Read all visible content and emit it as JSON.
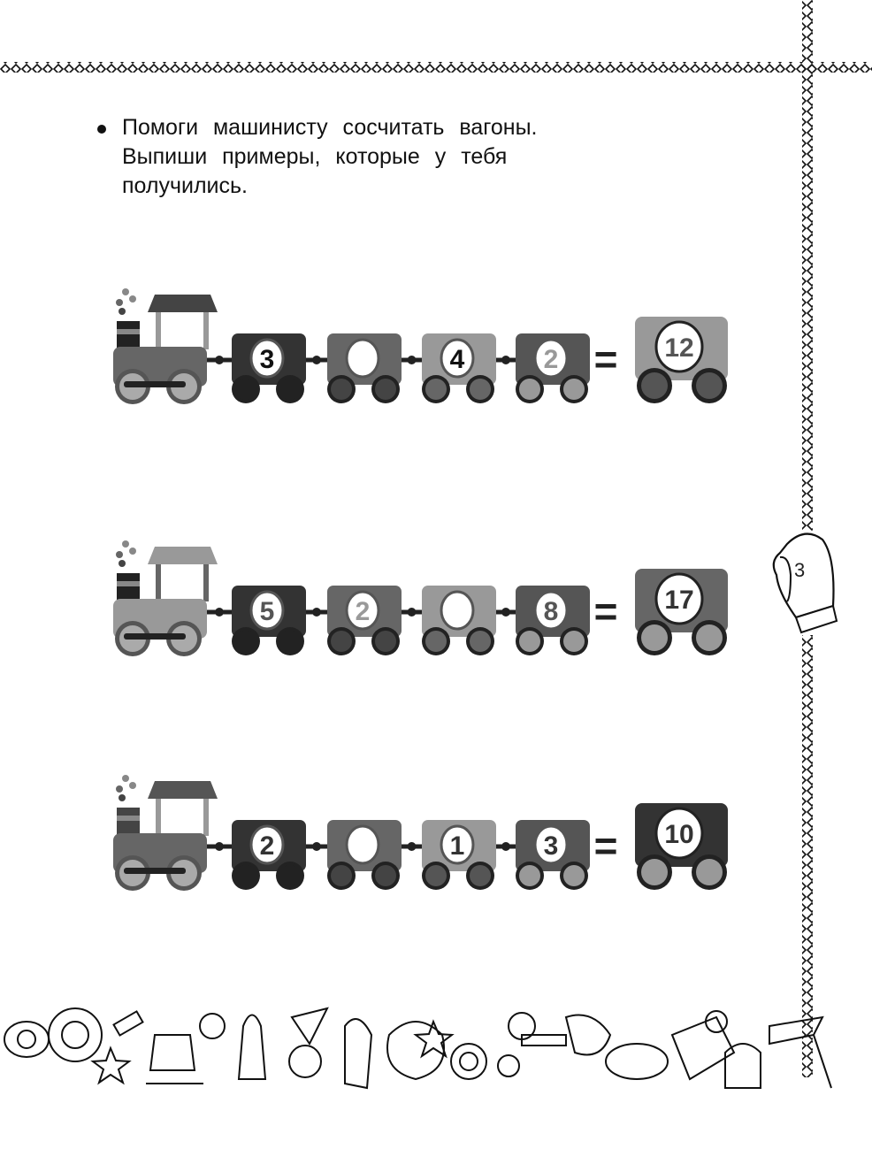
{
  "task": {
    "lines": [
      "Помоги машинисту сосчитать вагоны.",
      "Выпиши примеры, которые у тебя",
      "получились."
    ]
  },
  "page_number": "3",
  "equals_sign": "=",
  "trains": [
    {
      "engine": {
        "body": "#666666",
        "roof": "#444444",
        "cab": "#999999",
        "chimney": "#222222",
        "wheel": "#aaaaaa"
      },
      "wagons": [
        {
          "number": "3",
          "body": "#333333",
          "wheel": "#222222",
          "digit": "#111111"
        },
        {
          "number": "",
          "body": "#666666",
          "wheel": "#444444",
          "digit": "#111111"
        },
        {
          "number": "4",
          "body": "#999999",
          "wheel": "#666666",
          "digit": "#111111"
        },
        {
          "number": "2",
          "body": "#555555",
          "wheel": "#999999",
          "digit": "#999999"
        }
      ],
      "result": {
        "number": "12",
        "body": "#999999",
        "wheel": "#555555",
        "digit": "#555555"
      }
    },
    {
      "engine": {
        "body": "#999999",
        "roof": "#999999",
        "cab": "#666666",
        "chimney": "#222222",
        "wheel": "#aaaaaa"
      },
      "wagons": [
        {
          "number": "5",
          "body": "#333333",
          "wheel": "#222222",
          "digit": "#555555"
        },
        {
          "number": "2",
          "body": "#666666",
          "wheel": "#444444",
          "digit": "#999999"
        },
        {
          "number": "",
          "body": "#999999",
          "wheel": "#666666",
          "digit": "#111111"
        },
        {
          "number": "8",
          "body": "#555555",
          "wheel": "#999999",
          "digit": "#555555"
        }
      ],
      "result": {
        "number": "17",
        "body": "#666666",
        "wheel": "#999999",
        "digit": "#333333"
      }
    },
    {
      "engine": {
        "body": "#666666",
        "roof": "#555555",
        "cab": "#999999",
        "chimney": "#444444",
        "wheel": "#aaaaaa"
      },
      "wagons": [
        {
          "number": "2",
          "body": "#333333",
          "wheel": "#222222",
          "digit": "#333333"
        },
        {
          "number": "",
          "body": "#666666",
          "wheel": "#444444",
          "digit": "#111111"
        },
        {
          "number": "1",
          "body": "#999999",
          "wheel": "#555555",
          "digit": "#333333"
        },
        {
          "number": "3",
          "body": "#555555",
          "wheel": "#999999",
          "digit": "#333333"
        }
      ],
      "result": {
        "number": "10",
        "body": "#333333",
        "wheel": "#999999",
        "digit": "#333333"
      }
    }
  ]
}
